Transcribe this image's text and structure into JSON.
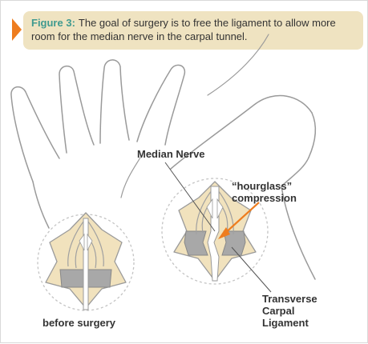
{
  "caption": {
    "label": "Figure 3:",
    "text": "The goal of surgery is to free the ligament to allow more room for the median nerve in the carpal tunnel."
  },
  "labels": {
    "median_nerve": "Median Nerve",
    "hourglass": "“hourglass”",
    "compression": "compression",
    "before_surgery": "before surgery",
    "ligament_1": "Transverse",
    "ligament_2": "Carpal",
    "ligament_3": "Ligament"
  },
  "colors": {
    "accent": "#ee7d1f",
    "caption_bg": "#efe3c1",
    "caption_label": "#3f9a8f",
    "tissue": "#f1e2bd",
    "ligament": "#a8a8a8",
    "outline": "#9a9a9a"
  }
}
